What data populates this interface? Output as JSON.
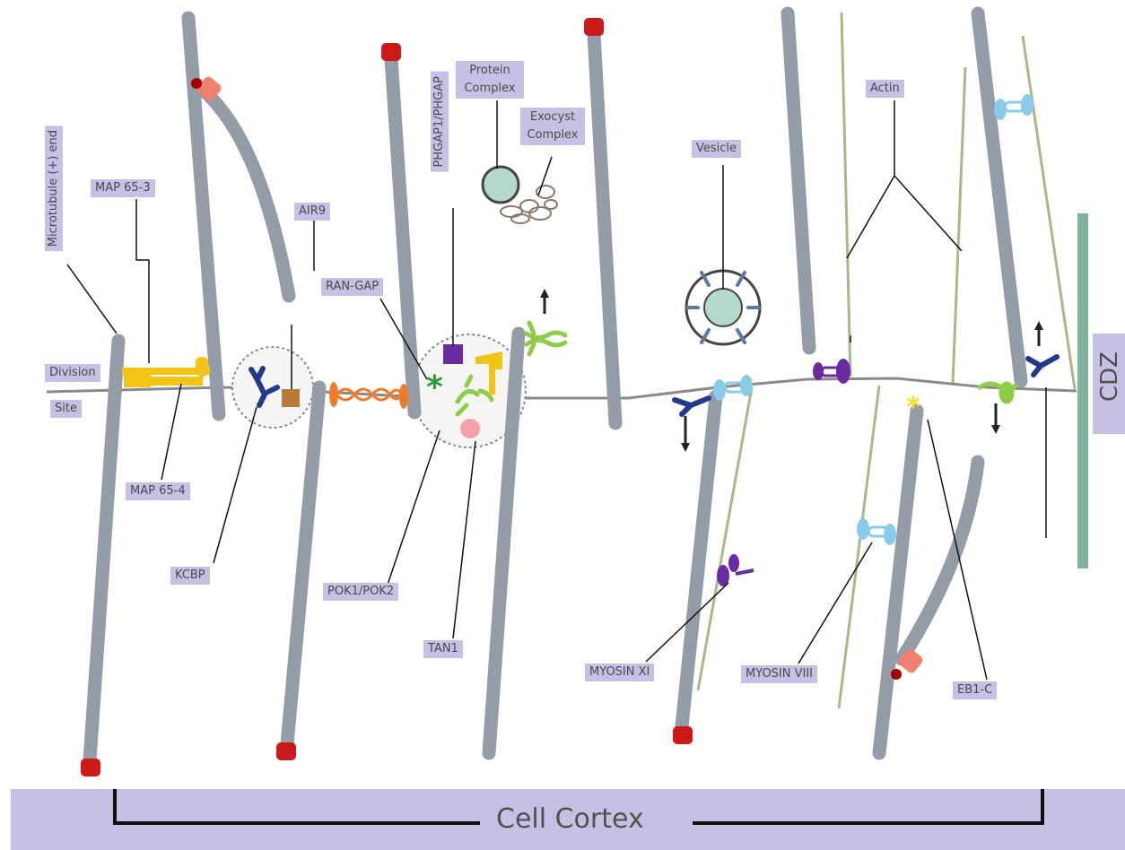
{
  "labels": {
    "microtubule_plus_end": "Microtubule (+) end",
    "map65_3": "MAP 65-3",
    "division": "Division",
    "site": "Site",
    "map65_4": "MAP 65-4",
    "kcbp": "KCBP",
    "air9": "AIR9",
    "ran_gap": "RAN-GAP",
    "phgap": "PHGAP1/PHGAP",
    "protein_complex": "Protein Complex",
    "exocyst_complex": "Exocyst Complex",
    "pok": "POK1/POK2",
    "tan1": "TAN1",
    "vesicle": "Vesicle",
    "actin": "Actin",
    "myosin_xi": "MYOSIN XI",
    "myosin_viii": "MYOSIN VIII",
    "eb1c": "EB1-C",
    "cdz": "CDZ",
    "cell_cortex": "Cell Cortex"
  },
  "colors": {
    "microtubule": "#949ca8",
    "plus_end_cap": "#cc1a1a",
    "label_bg": "#c8c0e4",
    "actin": "#a6b98a",
    "cdz_bar": "#7fb39a",
    "map65": "#f2c418",
    "air9": "#b87a3a",
    "kcbp": "#233a8c",
    "kinesin_orange": "#ee7a2a",
    "phgap": "#6a2aa0",
    "ran_gap": "#2a9a3a",
    "pok": "#8fcc4a",
    "tan1": "#f4a0a8",
    "vesicle": "#b4d8cc",
    "myosin_xi": "#6a2aa0",
    "myosin_viii": "#8acbe8",
    "eb1c": "#f5e02a"
  }
}
